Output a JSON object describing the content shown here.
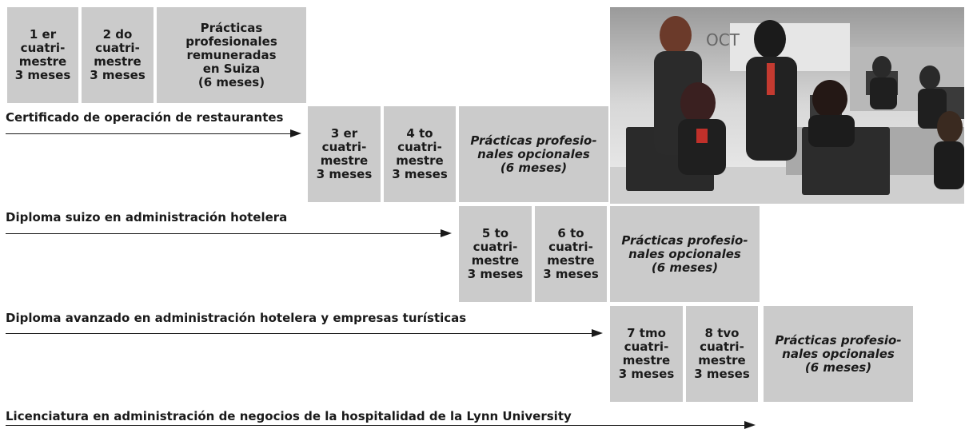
{
  "stage1": {
    "box1": [
      "1 er",
      "cuatri-",
      "mestre",
      "3 meses"
    ],
    "box2": [
      "2 do",
      "cuatri-",
      "mestre",
      "3 meses"
    ],
    "box3": [
      "Prácticas",
      "profesionales",
      "remuneradas",
      "en Suiza",
      "(6 meses)"
    ],
    "arrow_label": "Certificado de operación de restaurantes"
  },
  "stage2": {
    "box1": [
      "3 er",
      "cuatri-",
      "mestre",
      "3 meses"
    ],
    "box2": [
      "4 to",
      "cuatri-",
      "mestre",
      "3 meses"
    ],
    "box3": [
      "Prácticas profesio-",
      "nales opcionales",
      "(6 meses)"
    ],
    "arrow_label": "Diploma suizo en administración hotelera"
  },
  "stage3": {
    "box1": [
      "5 to",
      "cuatri-",
      "mestre",
      "3 meses"
    ],
    "box2": [
      "6 to",
      "cuatri-",
      "mestre",
      "3 meses"
    ],
    "box3": [
      "Prácticas profesio-",
      "nales opcionales",
      "(6 meses)"
    ],
    "arrow_label": "Diploma avanzado en administración hotelera y empresas turísticas"
  },
  "stage4": {
    "box1": [
      "7 tmo",
      "cuatri-",
      "mestre",
      "3 meses"
    ],
    "box2": [
      "8 tvo",
      "cuatri-",
      "mestre",
      "3 meses"
    ],
    "box3": [
      "Prácticas profesio-",
      "nales opcionales",
      "(6 meses)"
    ],
    "arrow_label": "Licenciatura en administración de negocios de la hospitalidad de la Lynn University"
  },
  "photo": {
    "sign_text": "OCT"
  }
}
